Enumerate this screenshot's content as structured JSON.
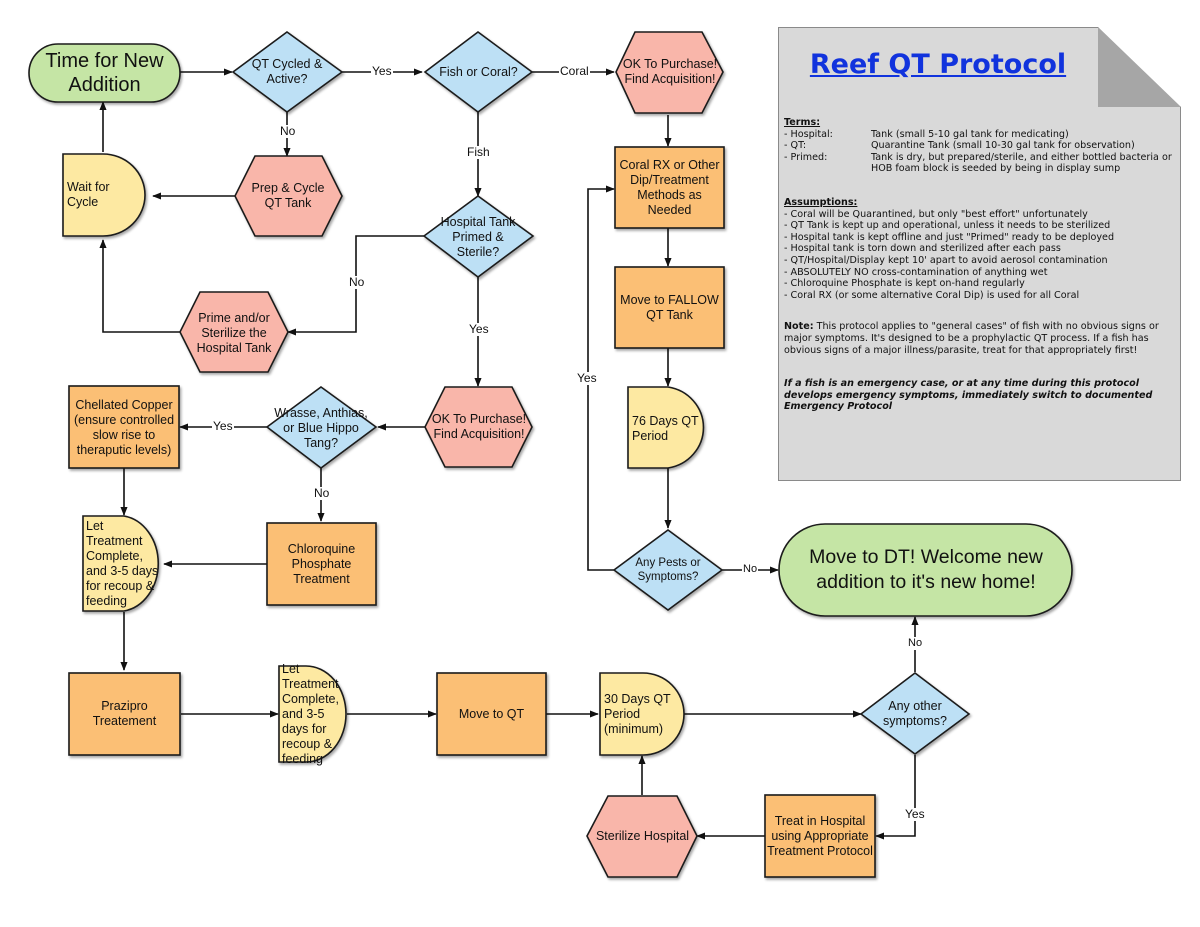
{
  "document": {
    "title": "Reef QT Protocol",
    "terms_heading": "Terms:",
    "terms": [
      {
        "key": "- Hospital:",
        "value": "Tank (small 5-10 gal tank for medicating)"
      },
      {
        "key": "- QT:",
        "value": "Quarantine Tank (small 10-30 gal tank for observation)"
      },
      {
        "key": "- Primed:",
        "value": "Tank is dry, but prepared/sterile, and either bottled bacteria or HOB foam block is seeded by being in display sump"
      }
    ],
    "assumptions_heading": "Assumptions:",
    "assumptions": [
      "- Coral will be Quarantined, but only \"best effort\" unfortunately",
      "- QT Tank is kept up and operational, unless it needs to be sterilized",
      "- Hospital tank is kept offline and just \"Primed\" ready to be deployed",
      "- Hospital tank is torn down and sterilized after each pass",
      "- QT/Hospital/Display kept 10' apart to avoid aerosol contamination",
      "- ABSOLUTELY NO cross-contamination of anything wet",
      "- Chloroquine Phosphate is kept on-hand regularly",
      "- Coral RX (or some alternative Coral Dip) is used for all Coral"
    ],
    "note_label": "Note:",
    "note_text": " This protocol applies to \"general cases\" of fish with no obvious signs or major symptoms. It's designed to be a prophylactic QT process. If a fish has obvious signs of a major illness/parasite, treat for that appropriately first!",
    "emergency_text": "If a fish is an emergency case, or at any time during this protocol develops emergency symptoms, immediately switch to documented Emergency Protocol"
  },
  "colors": {
    "terminal": "#c5e5a5",
    "decision": "#bde0f5",
    "preparation": "#f9b6aa",
    "process": "#fbbf74",
    "delay": "#fde9a2",
    "document_bg": "#d9d9d9",
    "title_link": "#1133dd"
  },
  "nodes": {
    "start": "Time for New Addition",
    "qt_cycled": "QT Cycled & Active?",
    "fish_or_coral": "Fish or Coral?",
    "ok_purchase_coral": "OK To Purchase! Find Acquisition!",
    "prep_cycle": "Prep & Cycle QT Tank",
    "wait_cycle": "Wait for Cycle",
    "coral_rx": "Coral RX or Other Dip/Treatment Methods as Needed",
    "hospital_primed": "Hospital Tank Primed & Sterile?",
    "prime_sterilize": "Prime and/or Sterilize the Hospital Tank",
    "move_fallow": "Move to FALLOW QT Tank",
    "ok_purchase_fish": "OK To Purchase! Find Acquisition!",
    "wrasse_q": "Wrasse, Anthias, or Blue Hippo Tang?",
    "chelated_copper": "Chellated Copper (ensure controlled slow rise to theraputic levels)",
    "days76": "76 Days QT Period",
    "let_treatment_1": "Let Treatment Complete, and 3-5 days for recoup & feeding",
    "chloroquine": "Chloroquine Phosphate Treatment",
    "pests_q": "Any Pests or Symptoms?",
    "move_dt": "Move to DT! Welcome new addition to it's new home!",
    "prazipro": "Prazipro Treatement",
    "let_treatment_2": "Let Treatment Complete, and 3-5 days for recoup & feeding",
    "move_qt": "Move to QT",
    "days30": "30 Days QT Period (minimum)",
    "other_symptoms_q": "Any other symptoms?",
    "sterilize_hospital": "Sterilize Hospital",
    "treat_hospital": "Treat in Hospital using Appropriate Treatment Protocol"
  },
  "edge_labels": {
    "yes_qt": "Yes",
    "no_qt": "No",
    "coral": "Coral",
    "fish": "Fish",
    "no_hospital": "No",
    "yes_hospital": "Yes",
    "yes_wrasse": "Yes",
    "no_wrasse": "No",
    "yes_pests": "Yes",
    "no_pests": "No",
    "no_other": "No",
    "yes_other": "Yes"
  }
}
